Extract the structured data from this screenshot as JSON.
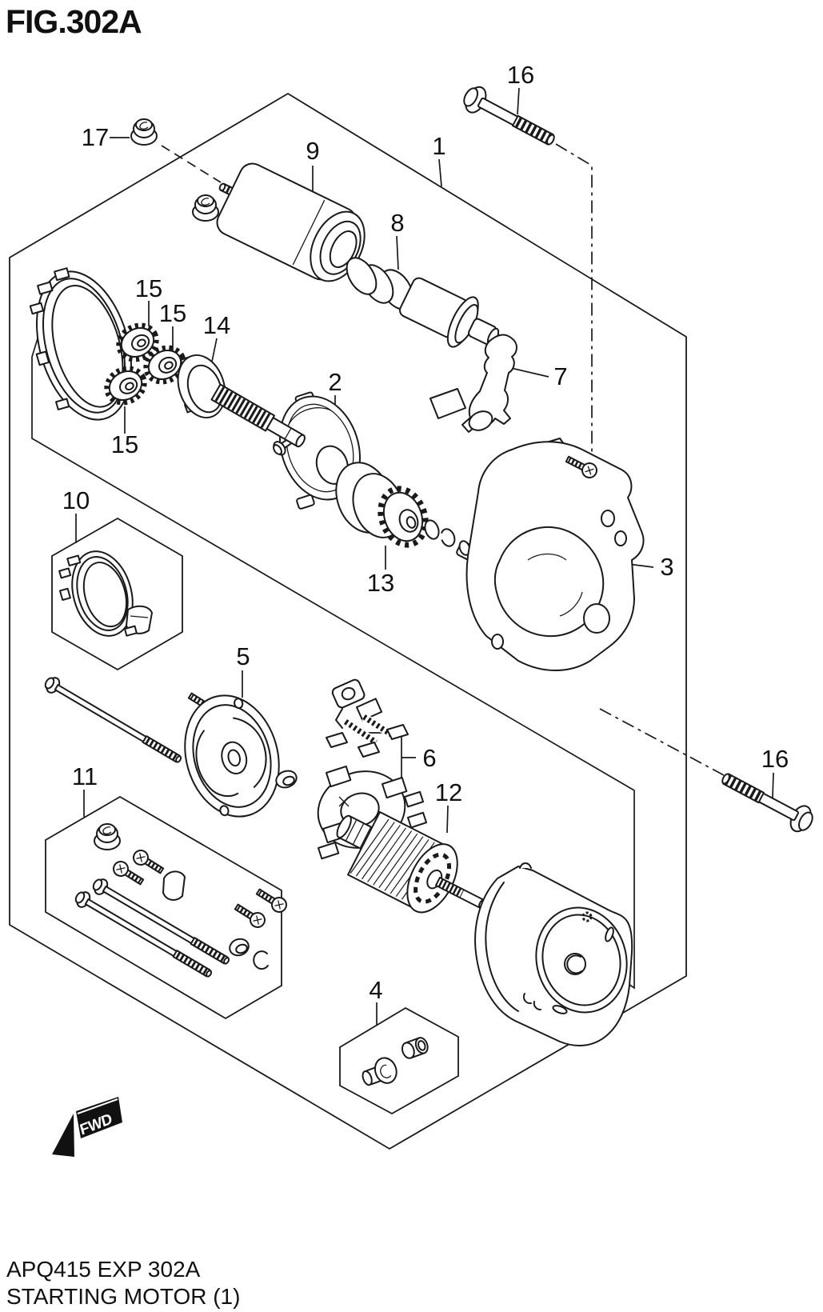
{
  "page": {
    "title": "FIG.302A",
    "footer_code": "APQ415 EXP 302A",
    "footer_name": "STARTING MOTOR (1)"
  },
  "direction_marker": {
    "label": "FWD"
  },
  "callouts": {
    "c1": "1",
    "c2": "2",
    "c3": "3",
    "c4": "4",
    "c5": "5",
    "c6": "6",
    "c7": "7",
    "c8": "8",
    "c9": "9",
    "c10": "10",
    "c11": "11",
    "c12": "12",
    "c13": "13",
    "c14": "14",
    "c15a": "15",
    "c15b": "15",
    "c15c": "15",
    "c16a": "16",
    "c16b": "16",
    "c17": "17"
  },
  "colors": {
    "line": "#1a1a1a",
    "background": "#ffffff"
  }
}
